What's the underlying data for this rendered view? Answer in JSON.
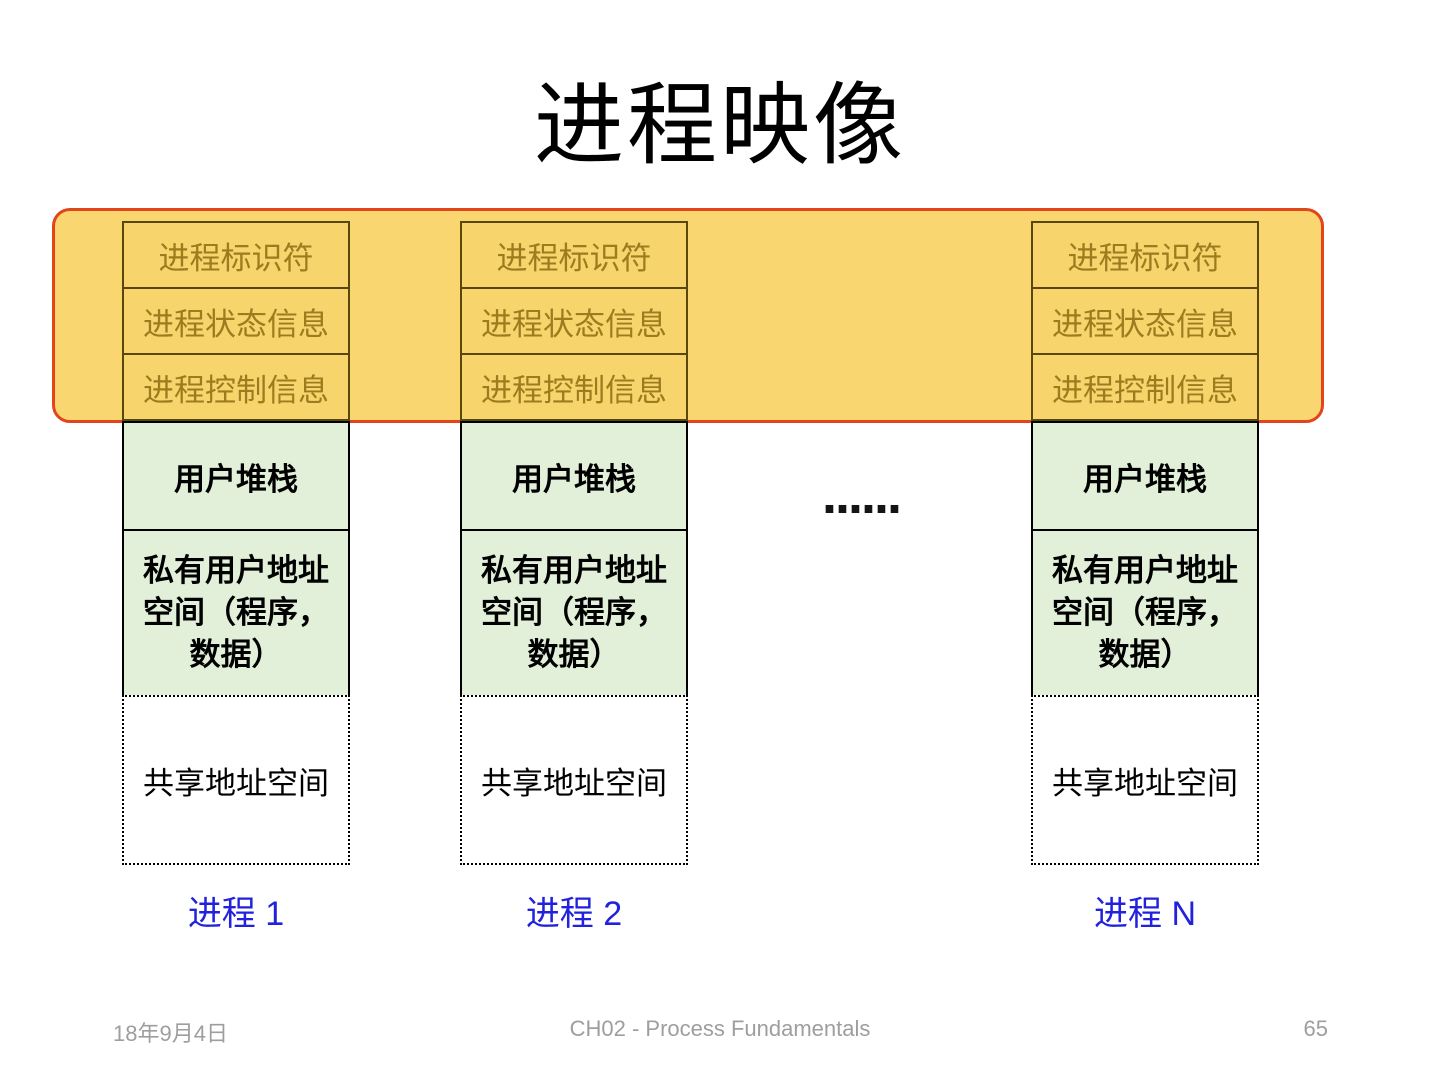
{
  "slide": {
    "title": "进程映像",
    "ellipsis": "......",
    "footer": {
      "date": "18年9月4日",
      "course": "CH02 - Process Fundamentals",
      "page": "65"
    }
  },
  "diagram": {
    "columns": [
      {
        "label": "进程 1",
        "pcb": [
          "进程标识符",
          "进程状态信息",
          "进程控制信息"
        ],
        "user_stack": "用户堆栈",
        "private_space": "私有用户地址\n空间（程序，\n数据）",
        "shared_space": "共享地址空间"
      },
      {
        "label": "进程 2",
        "pcb": [
          "进程标识符",
          "进程状态信息",
          "进程控制信息"
        ],
        "user_stack": "用户堆栈",
        "private_space": "私有用户地址\n空间（程序，\n数据）",
        "shared_space": "共享地址空间"
      },
      {
        "label": "进程 N",
        "pcb": [
          "进程标识符",
          "进程状态信息",
          "进程控制信息"
        ],
        "user_stack": "用户堆栈",
        "private_space": "私有用户地址\n空间（程序，\n数据）",
        "shared_space": "共享地址空间"
      }
    ],
    "colors": {
      "band_fill": "#FAD671",
      "band_border": "#E2441B",
      "pcb_box_fill": "#F8D46C",
      "pcb_box_border": "#5A470B",
      "pcb_text": "#9C7C1E",
      "memory_box_fill": "#E2EFD9",
      "process_label_blue": "#2222DD",
      "footer_gray": "#9E9E9E"
    }
  }
}
